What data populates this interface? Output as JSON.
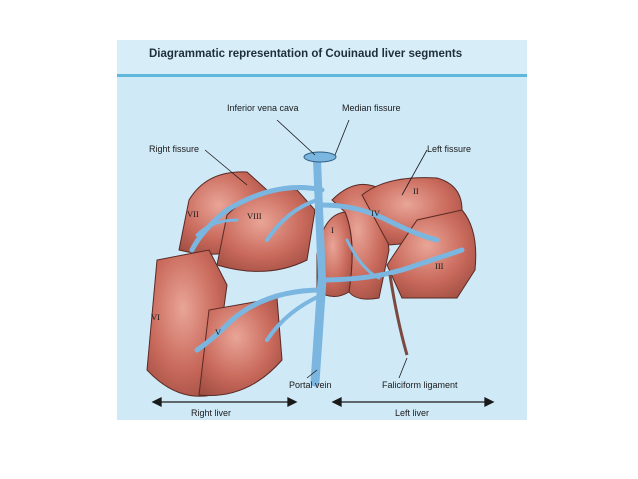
{
  "title": "Diagrammatic representation of Couinaud liver segments",
  "labels": {
    "ivc": "Inferior vena cava",
    "median_fissure": "Median fissure",
    "right_fissure": "Right fissure",
    "left_fissure": "Left fissure",
    "portal_vein": "Portal vein",
    "falciform": "Faliciform ligament",
    "right_liver": "Right liver",
    "left_liver": "Left liver"
  },
  "segments": {
    "s1": "I",
    "s2": "II",
    "s3": "III",
    "s4": "IV",
    "s5": "V",
    "s6": "VI",
    "s7": "VII",
    "s8": "VIII"
  },
  "colors": {
    "liver": "#c96a5c",
    "liver_shade": "#a14e43",
    "vessel": "#7bb6e0",
    "background": "#cfe9f7",
    "title_rule": "#5fb7dc"
  }
}
